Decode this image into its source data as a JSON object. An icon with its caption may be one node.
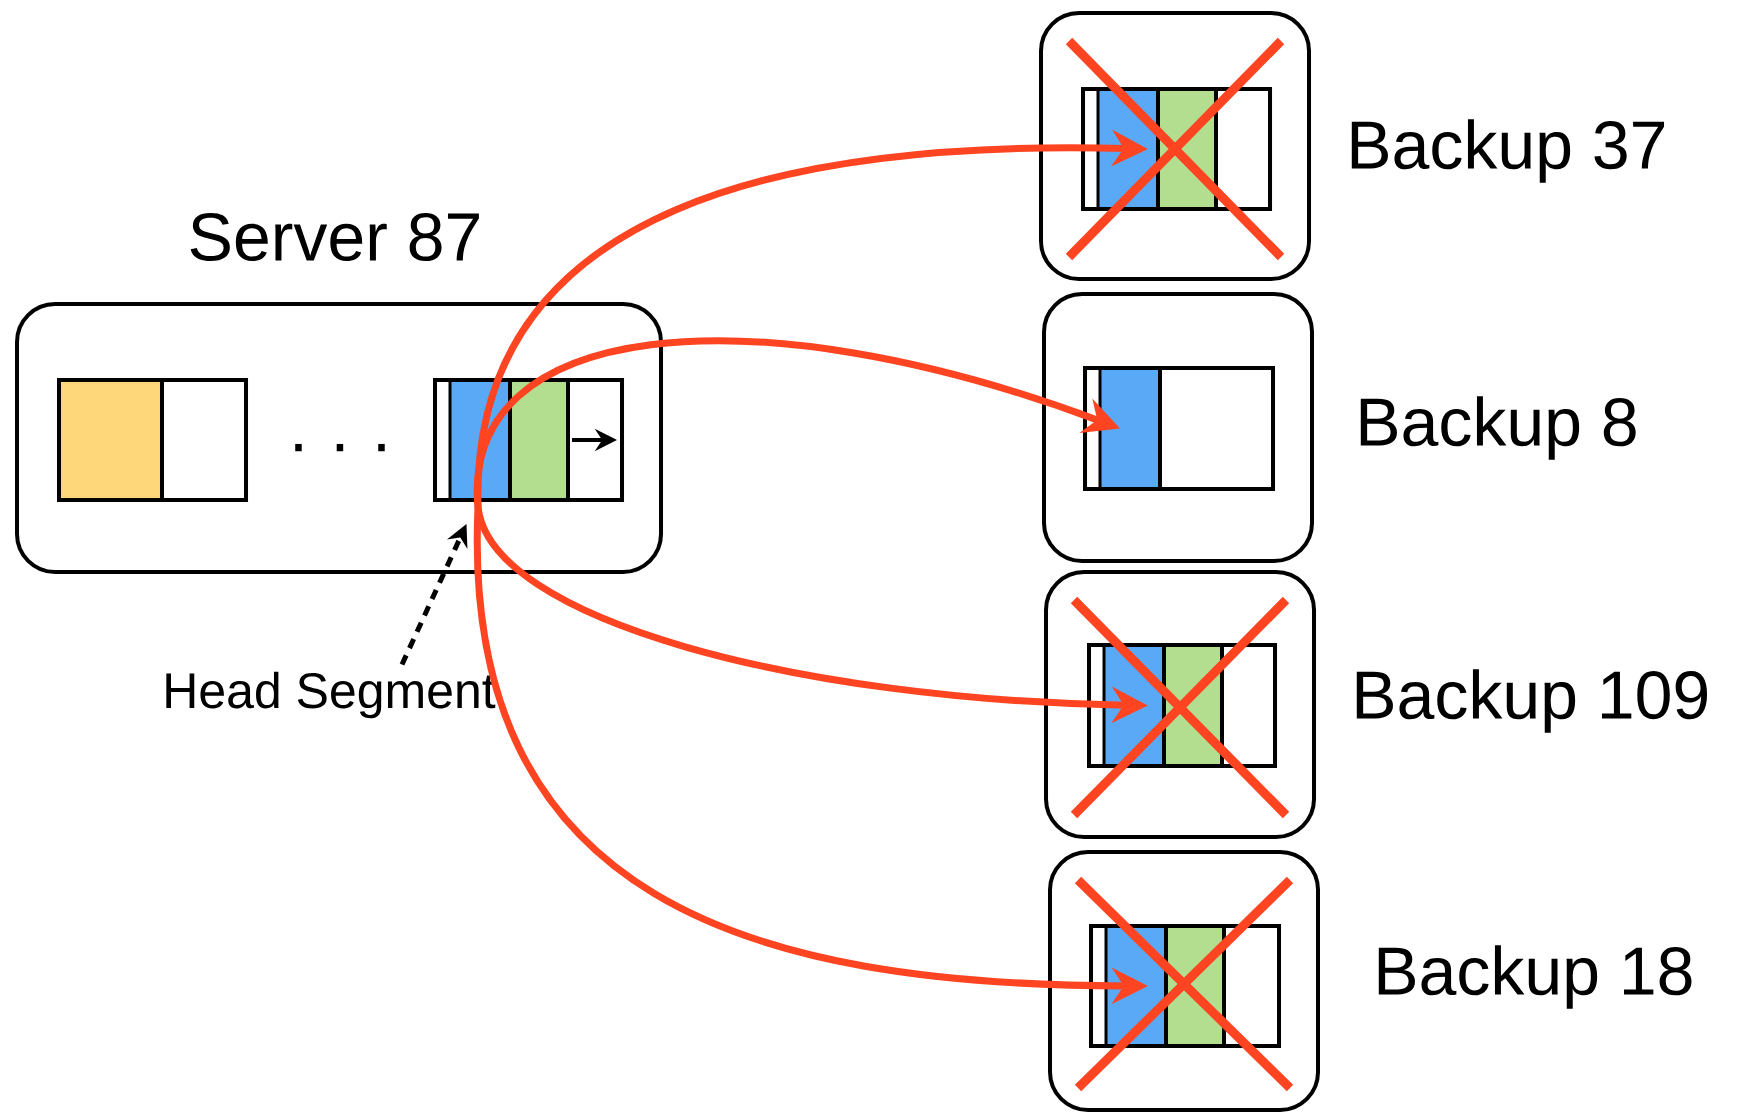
{
  "diagram": {
    "nodes": [
      {
        "text": [
          "Server 87"
        ]
      },
      {
        "text": [],
        "shape": "box",
        "in": 0
      },
      {
        "text": [],
        "shape": "box",
        "in": 0
      },
      {
        "text": [
          "Head Segment"
        ]
      },
      {
        "text": [
          "Backup 37"
        ]
      },
      {
        "text": [],
        "shape": "box",
        "in": 4
      },
      {
        "text": [
          "Backup 8"
        ]
      },
      {
        "text": [],
        "shape": "box",
        "in": 6
      },
      {
        "text": [
          "Backup 109"
        ]
      },
      {
        "text": [],
        "shape": "box",
        "in": 8
      },
      {
        "text": [
          "Backup 18"
        ]
      },
      {
        "text": [],
        "shape": "box",
        "in": 10
      }
    ],
    "edges": [
      {
        "from": 3,
        "to": 2,
        "arrow": "to",
        "style": "dashed",
        "color": "#000000"
      },
      {
        "from": 2,
        "to": 5,
        "arrow": "to"
      },
      {
        "from": 2,
        "to": 7,
        "arrow": "to"
      },
      {
        "from": 2,
        "to": 9,
        "arrow": "to"
      },
      {
        "from": 2,
        "to": 11,
        "arrow": "to"
      }
    ],
    "labels": [
      "· · ·"
    ]
  }
}
